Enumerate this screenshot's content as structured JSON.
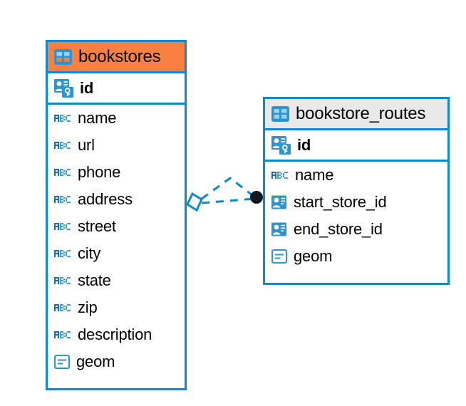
{
  "diagram": {
    "kind": "entity-relationship-diagram",
    "colors": {
      "border": "#0a8bd0",
      "highlight_header": "#f9803f",
      "plain_header": "#e9e9e9",
      "icon_blue": "#2e93d1",
      "relationship_line": "#0a8bd0",
      "relationship_endpoint": "#11171f",
      "text": "#000000",
      "background": "#ffffff"
    },
    "entities": [
      {
        "name": "bookstores",
        "header_style": "orange",
        "header_icon": "table-icon",
        "primary_keys": [
          {
            "label": "id",
            "icon": "primary-key-icon"
          }
        ],
        "fields": [
          {
            "label": "name",
            "icon": "abc-icon"
          },
          {
            "label": "url",
            "icon": "abc-icon"
          },
          {
            "label": "phone",
            "icon": "abc-icon"
          },
          {
            "label": "address",
            "icon": "abc-icon"
          },
          {
            "label": "street",
            "icon": "abc-icon"
          },
          {
            "label": "city",
            "icon": "abc-icon"
          },
          {
            "label": "state",
            "icon": "abc-icon"
          },
          {
            "label": "zip",
            "icon": "abc-icon"
          },
          {
            "label": "description",
            "icon": "abc-icon"
          },
          {
            "label": "geom",
            "icon": "geometry-icon"
          }
        ]
      },
      {
        "name": "bookstore_routes",
        "header_style": "grey",
        "header_icon": "table-icon",
        "primary_keys": [
          {
            "label": "id",
            "icon": "primary-key-icon"
          }
        ],
        "fields": [
          {
            "label": "name",
            "icon": "abc-icon"
          },
          {
            "label": "start_store_id",
            "icon": "foreign-key-icon"
          },
          {
            "label": "end_store_id",
            "icon": "foreign-key-icon"
          },
          {
            "label": "geom",
            "icon": "geometry-icon"
          }
        ]
      }
    ],
    "relationship": {
      "from_entity": "bookstores",
      "to_entity": "bookstore_routes",
      "line_style": "dashed",
      "from_marker": "diamond",
      "to_marker": "filled-circle"
    }
  }
}
